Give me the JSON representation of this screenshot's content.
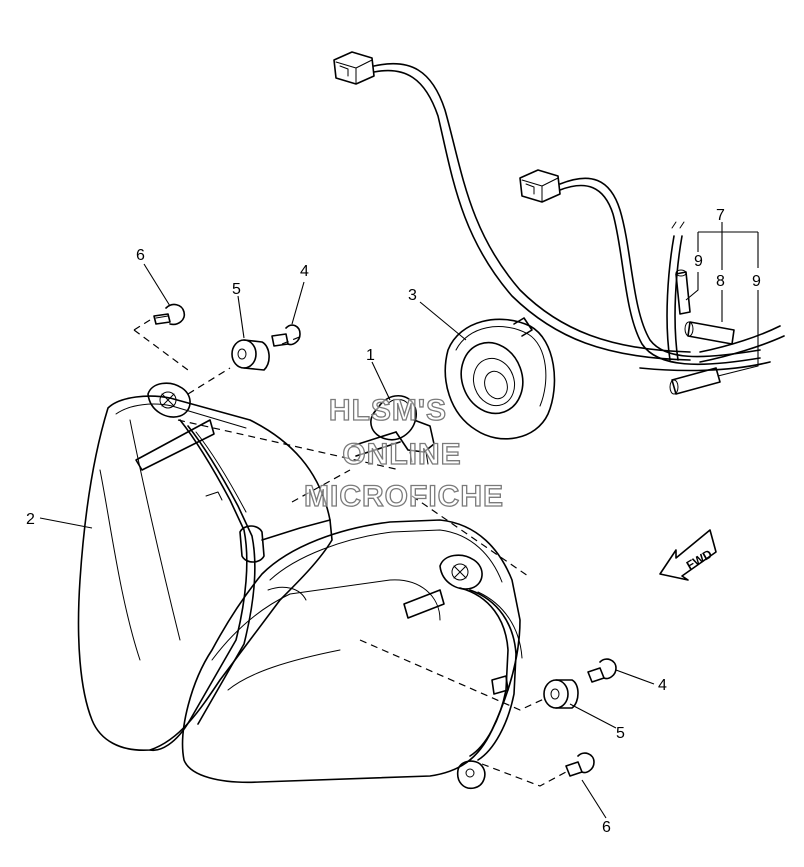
{
  "watermark": {
    "line1": "HLSM'S",
    "line2": "ONLINE",
    "line3": "MICROFICHE"
  },
  "direction_arrow": "FWD",
  "callouts": {
    "c1": "1",
    "c2": "2",
    "c3": "3",
    "c4_top": "4",
    "c4_bottom": "4",
    "c5_top": "5",
    "c5_bottom": "5",
    "c6_top": "6",
    "c6_bottom": "6",
    "c7": "7",
    "c8": "8",
    "c9_left": "9",
    "c9_right": "9"
  }
}
